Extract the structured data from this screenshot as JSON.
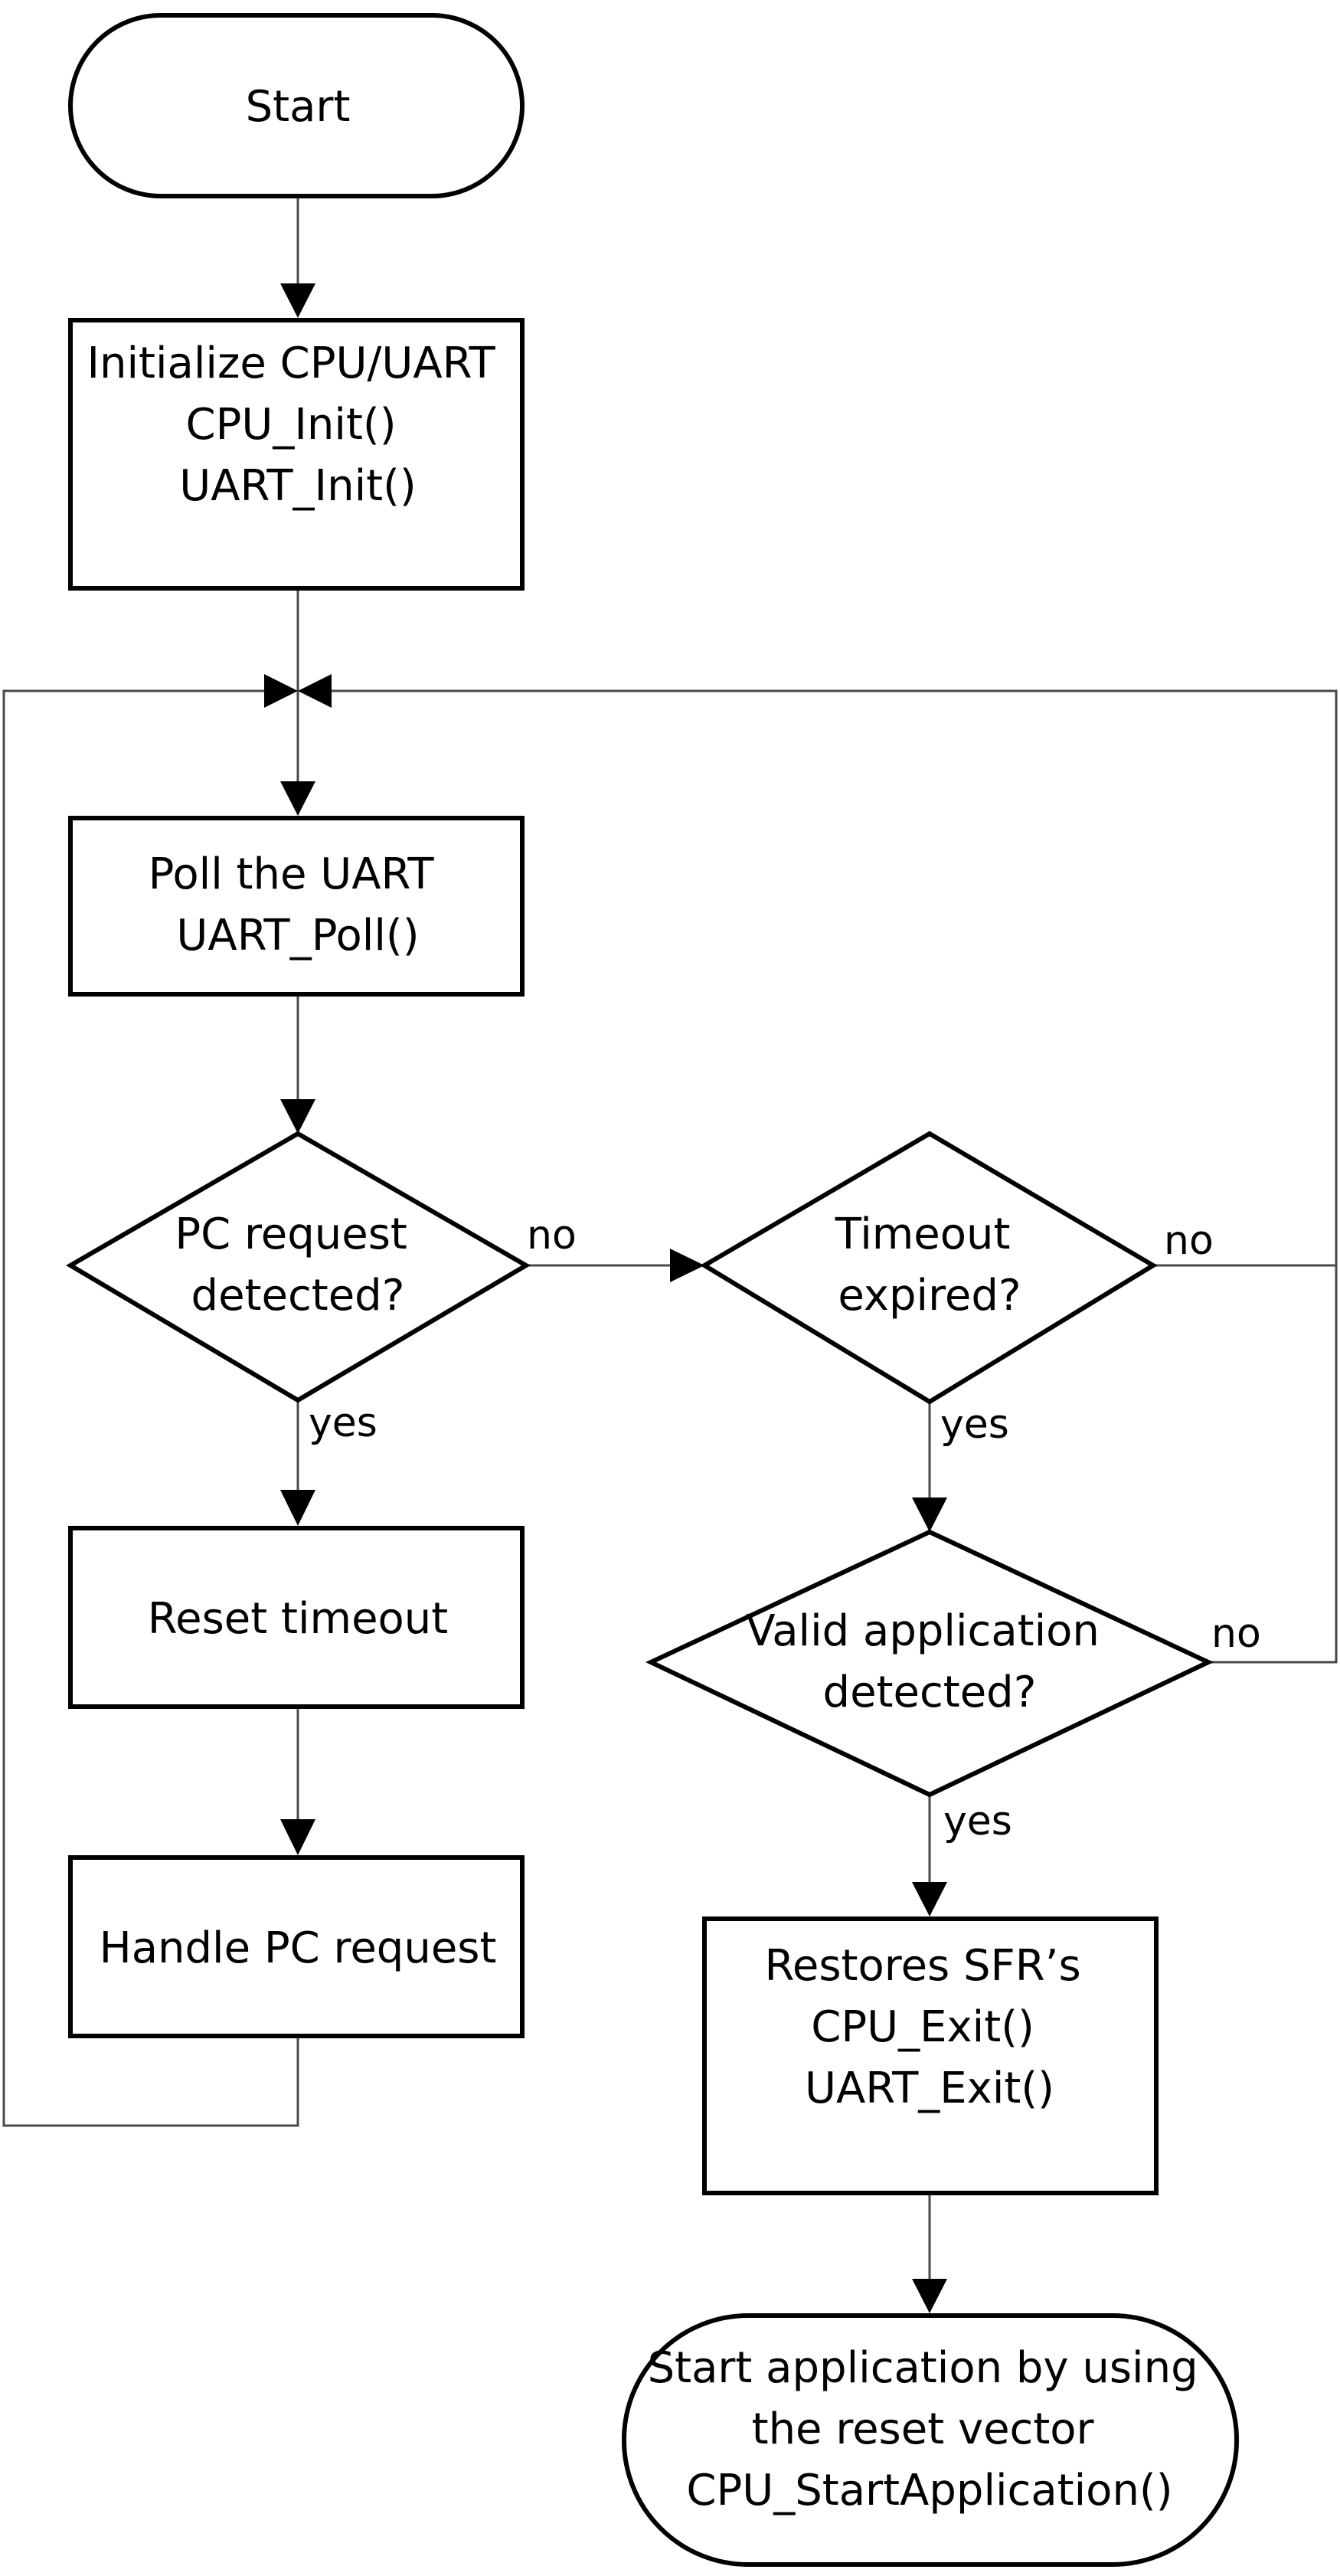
{
  "nodes": {
    "start": [
      "Start"
    ],
    "init": [
      "Initialize CPU/UART",
      "",
      "CPU_Init()",
      "UART_Init()"
    ],
    "poll": [
      "Poll the UART",
      "UART_Poll()"
    ],
    "pc_request": [
      "PC request",
      "detected?"
    ],
    "timeout": [
      "Timeout",
      "expired?"
    ],
    "reset_timeout": [
      "Reset timeout"
    ],
    "valid_app": [
      "Valid application",
      "detected?"
    ],
    "handle_request": [
      "Handle PC request"
    ],
    "restore_sfr": [
      "Restores SFR’s",
      "",
      "CPU_Exit()",
      "UART_Exit()"
    ],
    "start_app": [
      "Start application by using",
      "the reset vector",
      "CPU_StartApplication()"
    ]
  },
  "edge_labels": {
    "pc_request_no": "no",
    "pc_request_yes": "yes",
    "timeout_no": "no",
    "timeout_yes": "yes",
    "valid_app_no": "no",
    "valid_app_yes": "yes"
  }
}
